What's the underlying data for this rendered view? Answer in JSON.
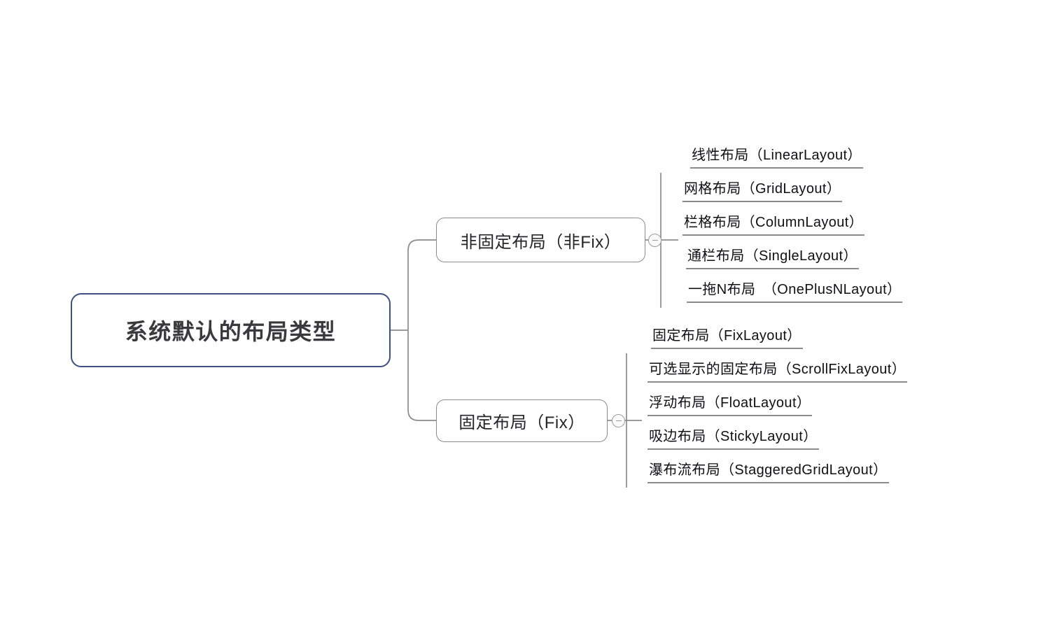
{
  "diagram": {
    "type": "mindmap",
    "title": "系统默认的布局类型",
    "root": {
      "label": "系统默认的布局类型",
      "border_color": "#3d5080",
      "text_color": "#3a3a3c"
    },
    "branches": [
      {
        "label": "非固定布局（非Fix）",
        "collapse_icon": "minus-circle-icon",
        "expanded": true,
        "children": [
          {
            "label": "线性布局（LinearLayout）"
          },
          {
            "label": "网格布局（GridLayout）"
          },
          {
            "label": "栏格布局（ColumnLayout）"
          },
          {
            "label": "通栏布局（SingleLayout）"
          },
          {
            "label": "一拖N布局　（OnePlusNLayout）"
          }
        ]
      },
      {
        "label": "固定布局（Fix）",
        "collapse_icon": "minus-circle-icon",
        "expanded": true,
        "children": [
          {
            "label": "固定布局（FixLayout）"
          },
          {
            "label": "可选显示的固定布局（ScrollFixLayout）"
          },
          {
            "label": "浮动布局（FloatLayout）"
          },
          {
            "label": "吸边布局（StickyLayout）"
          },
          {
            "label": "瀑布流布局（StaggeredGridLayout）"
          }
        ]
      }
    ],
    "colors": {
      "background": "#ffffff",
      "root_border": "#3d5080",
      "branch_border": "#8b8b8b",
      "connector": "#8b8b8b",
      "leaf_text": "#101014"
    }
  }
}
